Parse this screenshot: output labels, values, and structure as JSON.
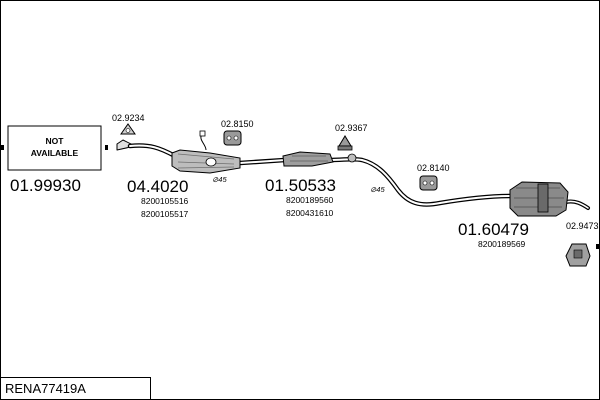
{
  "kit_code": "RENA77419A",
  "not_available_label": "NOT\nAVAILABLE",
  "parts": [
    {
      "number": "01.99930",
      "oe_refs": []
    },
    {
      "number": "04.4020",
      "oe_refs": [
        "8200105516",
        "8200105517"
      ]
    },
    {
      "number": "01.50533",
      "oe_refs": [
        "8200189560",
        "8200431610"
      ]
    },
    {
      "number": "01.60479",
      "oe_refs": [
        "8200189569"
      ]
    }
  ],
  "accessories": [
    "02.9234",
    "02.8150",
    "02.9367",
    "02.8140",
    "02.9473"
  ],
  "angle_marks": [
    "⊘45",
    "⊘45"
  ]
}
